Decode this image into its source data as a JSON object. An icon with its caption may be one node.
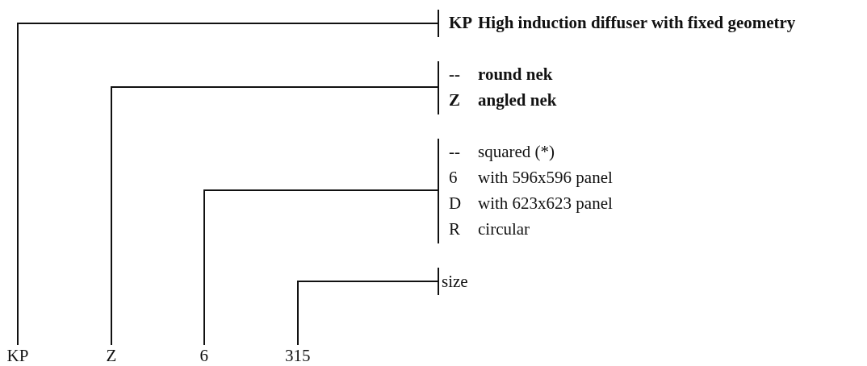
{
  "diagram": {
    "nodes": [
      {
        "text": [
          "KP"
        ]
      },
      {
        "text": [
          "Z"
        ]
      },
      {
        "text": [
          "6"
        ]
      },
      {
        "text": [
          "315"
        ]
      },
      {
        "text": [
          "KP",
          "High induction diffuser with fixed geometry"
        ]
      },
      {
        "text": [
          "--",
          "round nek",
          "Z",
          "angled nek"
        ]
      },
      {
        "text": [
          "--",
          "squared (*)",
          "6",
          "with 596x596 panel",
          "D",
          "with 623x623 panel",
          "R",
          "circular"
        ]
      },
      {
        "text": [
          "size"
        ]
      }
    ],
    "edges": [
      {
        "from": 0,
        "to": 4,
        "arrow": "none"
      },
      {
        "from": 1,
        "to": 5,
        "arrow": "none"
      },
      {
        "from": 2,
        "to": 6,
        "arrow": "none"
      },
      {
        "from": 3,
        "to": 7,
        "arrow": "none"
      }
    ]
  }
}
